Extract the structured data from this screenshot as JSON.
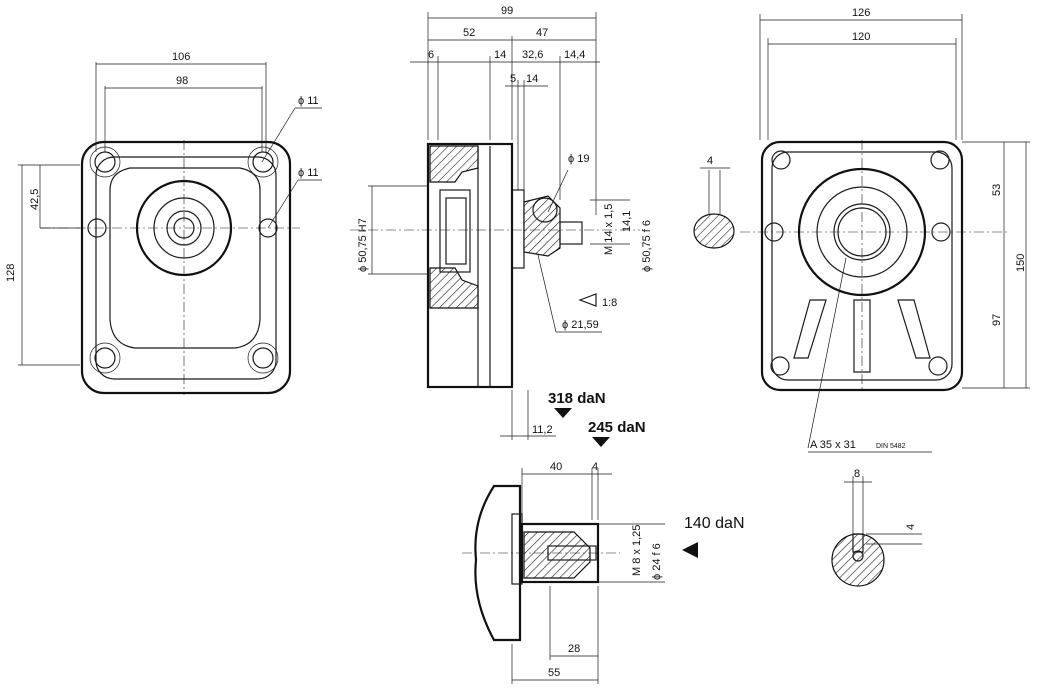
{
  "front_view": {
    "width_outer": "106",
    "width_inner": "98",
    "hole_top": "ϕ 11",
    "hole_side": "ϕ 11",
    "height_total": "128",
    "height_half": "42,5"
  },
  "section_view": {
    "overall": "99",
    "left_part": "52",
    "right_part": "47",
    "flange": "6",
    "d14": "14",
    "d32": "32,6",
    "d14_4": "14,4",
    "d5": "5",
    "d14b": "14",
    "phi19": "ϕ 19",
    "m14": "M 14 x 1,5",
    "d14_1": "14,1",
    "pilot": "ϕ 50,75 H7",
    "pilot_f6": "ϕ 50,75  f 6",
    "taper": "1:8",
    "phi21": "ϕ 21,59",
    "d11_2": "11,2",
    "load_radial": "318 daN",
    "load_axial": "245 daN"
  },
  "rear_view": {
    "width_outer": "126",
    "width_inner": "120",
    "h53": "53",
    "h150": "150",
    "h97": "97",
    "spline": "A 35 x 31",
    "din": "DIN 5482"
  },
  "key_section": {
    "key_width": "4"
  },
  "shaft_view": {
    "d40": "40",
    "d4": "4",
    "m8": "M 8 x 1,25",
    "phi24": "ϕ 24 f 6",
    "load": "140 daN",
    "d28": "28",
    "d55": "55"
  },
  "shaft_section": {
    "key": "8",
    "depth": "4"
  }
}
